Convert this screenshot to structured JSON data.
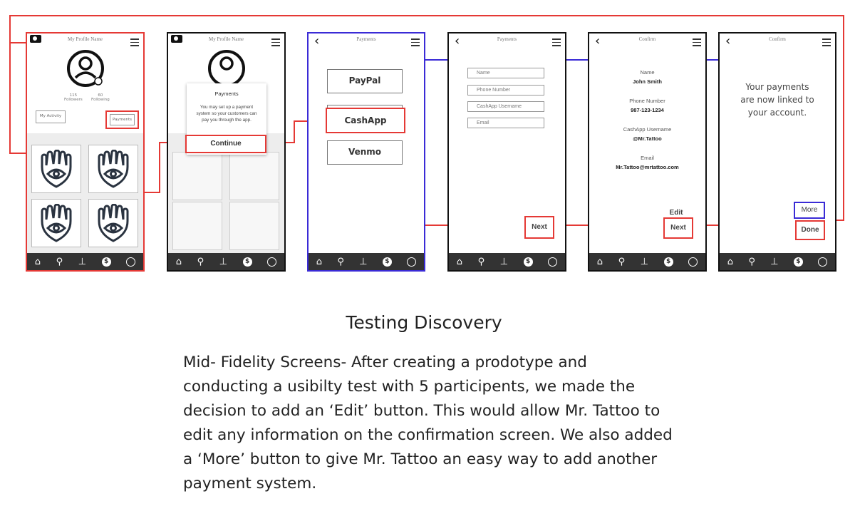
{
  "colors": {
    "flow_red": "#e53935",
    "flow_blue": "#3a2bd6",
    "navbar": "#333333"
  },
  "screen1": {
    "title": "My Profile Name",
    "followers_count": "115",
    "followers_label": "Followers",
    "following_count": "60",
    "following_label": "Following",
    "my_activity": "My Activity",
    "payments": "Payments"
  },
  "screen2": {
    "title": "My Profile Name",
    "popup_title": "Payments",
    "popup_text": "You may set up a payment system so your customers can pay you through the app.",
    "continue": "Continue"
  },
  "screen3": {
    "title": "Payments",
    "options": [
      "PayPal",
      "CashApp",
      "Venmo"
    ]
  },
  "screen4": {
    "title": "Payments",
    "fields": [
      "Name",
      "Phone Number",
      "CashApp Username",
      "Email"
    ],
    "next": "Next"
  },
  "screen5": {
    "title": "Confirm",
    "name_label": "Name",
    "name": "John Smith",
    "phone_label": "Phone Number",
    "phone": "987-123-1234",
    "cashapp_label": "CashApp Username",
    "cashapp": "@Mr.Tattoo",
    "email_label": "Email",
    "email": "Mr.Tattoo@mrtattoo.com",
    "edit": "Edit",
    "next": "Next"
  },
  "screen6": {
    "title": "Confirm",
    "message": "Your payments are now linked to your account.",
    "more": "More",
    "done": "Done"
  },
  "icons": [
    "camera-icon",
    "menu-icon",
    "back-icon",
    "home-icon",
    "search-icon",
    "pin-icon",
    "dollar-icon",
    "user-icon",
    "hamsa-icon"
  ],
  "heading": "Testing Discovery",
  "paragraph": "Mid- Fidelity Screens- After creating a prodotype and conducting a usibilty test with 5 participents, we made the decision to add an ‘Edit’ button. This would allow Mr. Tattoo to edit any information on the confirmation screen. We also added a ‘More’ button to give Mr. Tattoo an easy way to add another payment system."
}
